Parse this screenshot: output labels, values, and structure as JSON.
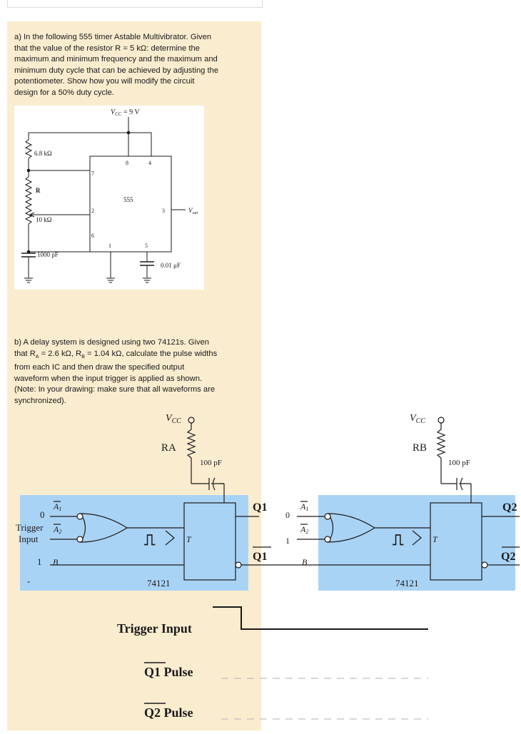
{
  "part_a": {
    "lines": [
      "a)   In the following 555 timer Astable Multivibrator. Given",
      "that the value of the resistor R = 5 kΩ: determine the",
      "maximum and minimum frequency and the maximum and",
      "minimum duty cycle that can be achieved by adjusting the",
      "potentiometer. Show how you will modify the circuit",
      "design for a 50% duty cycle."
    ],
    "circuit": {
      "vcc": "V",
      "vcc_sub": "CC",
      "vcc_value": " = 9 V",
      "r1": "6.8 kΩ",
      "r_pot": "R",
      "r2": "10 kΩ",
      "cap": "1000 pF",
      "cap2": "0.01 μF",
      "ic": "555",
      "vout": "V",
      "vout_sub": "out",
      "pins": [
        "8",
        "4",
        "7",
        "2",
        "3",
        "6",
        "1",
        "5"
      ]
    }
  },
  "part_b": {
    "lines": [
      "b)   A delay system is designed using two 74121s. Given",
      "that R",
      "A",
      " = 2.6 kΩ, R",
      "B",
      " = 1.04 kΩ, calculate the pulse widths",
      "from each IC and then draw the specified output",
      "waveform when the input trigger is applied as shown.",
      "(Note: In your drawing: make sure that all waveforms are",
      "synchronized)."
    ],
    "circuit": {
      "vcc": "V",
      "vcc_sub": "CC",
      "ra": "RA",
      "rb": "RB",
      "cap": "100 pF",
      "ic": "74121",
      "t": "T",
      "a1": "A",
      "a1_sub": "1",
      "a2": "A",
      "a2_sub": "2",
      "b": "B",
      "q1": "Q1",
      "q1_bar": "Q1",
      "q2": "Q2",
      "q2_bar": "Q2",
      "zero": "0",
      "one": "1",
      "trigger": "Trigger",
      "input": "Input",
      "dash": "-"
    },
    "waveforms": {
      "trigger": "Trigger Input",
      "q1_label": "Q1",
      "q2_label": "Q2",
      "pulse": " Pulse"
    }
  },
  "colors": {
    "card": "#faeccf",
    "ic_box": "#a9d3f5",
    "wire": "#1a1a1a"
  }
}
